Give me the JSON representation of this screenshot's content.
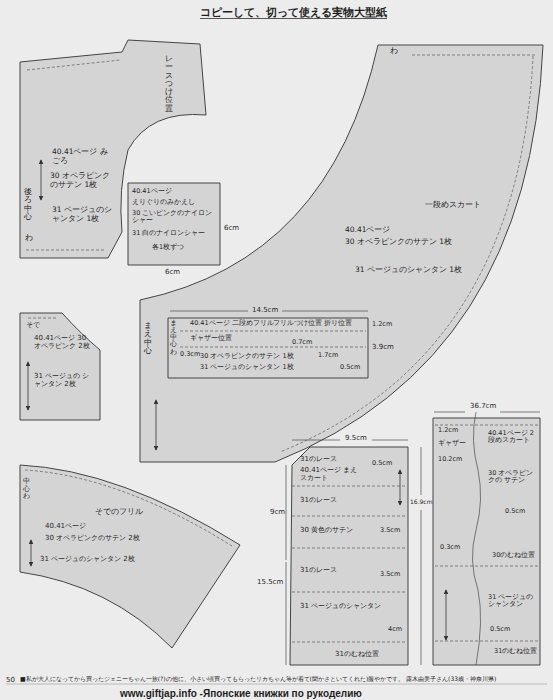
{
  "diagram": {
    "title": "コピーして、切って使える実物大型紙",
    "caption": "■私が大人になってから買ったジェニーちゃん一族(?)の他に、小さい頃買ってもらったリカちゃん等が着て(聞かさといてくれた)服やかです。 露木由美子さん(33歳・神奈川県)",
    "nodes": [
      {
        "text": [
          "40.41ページ みごろ",
          "30 オペラピンクのサテン 1枚",
          "31 ページュのシャンタン 1枚",
          "レースつけ位置",
          "後ろ中心",
          "わ"
        ]
      },
      {
        "text": [
          "40.41ページ",
          "えりぐりのみかえし",
          "30 こいピンクのナイロンシャー",
          "31 白のナイロンシャー",
          "各1枚ずつ"
        ]
      },
      {
        "text": [
          "そで",
          "40.41ページ 30 オペラピンク 2枚",
          "31 ページュの シャンタン 2枚"
        ]
      },
      {
        "text": [
          "わ",
          "一段めスカート",
          "40.41ページ",
          "30 オペラピンクのサテン 1枚",
          "31 ページュのシャンタン 1枚",
          "まえ中心"
        ]
      },
      {
        "text": [
          "まえ中心 わ",
          "40.41ページ 二段めフリル",
          "フリルつけ位置 折り位置",
          "ギャザー位置",
          "30 オペラピンクのサテン 1枚",
          "31 ページュのシャンタン 1枚"
        ],
        "in": 3
      },
      {
        "text": [
          "そでのフリル",
          "40.41ページ",
          "30 オペラピンクのサテン 2枚",
          "31 ページュのシャンタン 2枚",
          "中心 わ"
        ]
      },
      {
        "text": [
          "31のレース",
          "40.41ページ まえスカート",
          "31のレース",
          "30 黄色のサテン",
          "31のレース",
          "31 ページュのシャンタン",
          "31のむね位置"
        ]
      },
      {
        "text": [
          "ギャザー",
          "40.41ページ 2段めスカート",
          "30 オペラピンクの サテン",
          "30のむね位置",
          "31 ページュの シャンタン",
          "31のむね位置"
        ]
      }
    ],
    "labels": [
      "6cm",
      "6cm",
      "14.5cm",
      "3.9cm",
      "1.2cm",
      "0.7cm",
      "0.3cm",
      "1.7cm",
      "0.5cm",
      "9.5cm",
      "0.5cm",
      "9cm",
      "3.5cm",
      "3.5cm",
      "15.5cm",
      "4cm",
      "16.9cm",
      "36.7cm",
      "1.2cm",
      "10.2cm",
      "0.5cm",
      "0.3cm",
      "0.5cm",
      "50",
      "www.giftjap.info -Японские книжки по рукоделию"
    ]
  }
}
